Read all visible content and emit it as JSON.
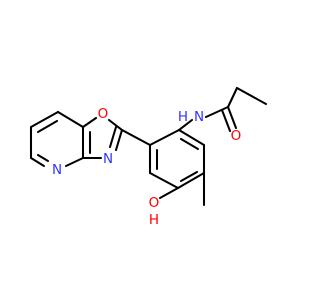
{
  "structure": {
    "labels": {
      "amide_nitrogen": "N",
      "amide_hydrogen": "H",
      "carbonyl_oxygen": "O",
      "oxazole_oxygen": "O",
      "oxazole_nitrogen": "N",
      "pyridine_nitrogen": "N",
      "hydroxyl_oxygen": "O",
      "hydroxyl_hydrogen": "H"
    }
  },
  "colors": {
    "bond": "#000000",
    "nitrogen": "#3333ff",
    "oxygen": "#ff0000"
  }
}
